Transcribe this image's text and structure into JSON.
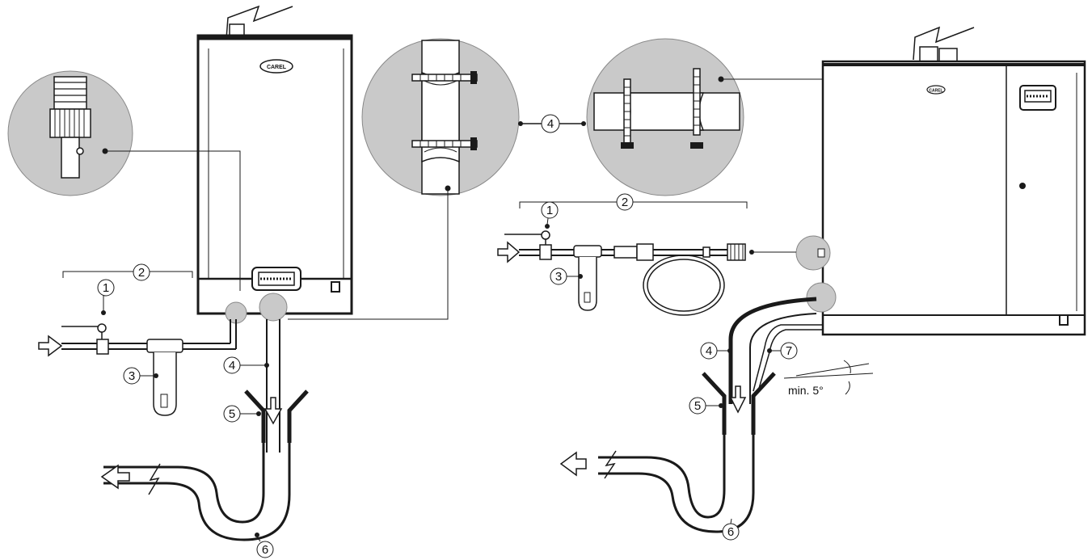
{
  "callouts": {
    "c1_left": "1",
    "c2_left": "2",
    "c3_left": "3",
    "c4_left": "4",
    "c5_left": "5",
    "c6_left": "6",
    "c4_center": "4",
    "c1_right": "1",
    "c2_right": "2",
    "c3_right": "3",
    "c4_right": "4",
    "c5_right": "5",
    "c6_right": "6",
    "c7_right": "7"
  },
  "brand": {
    "logo_left": "CAREL",
    "logo_right": "CAREL"
  },
  "angle_note": "min. 5°",
  "icons": [
    "water-inlet-arrow-icon",
    "drain-outlet-arrow-icon",
    "electric-earth-symbol-icon",
    "power-cable-symbol-icon",
    "down-flow-arrow-icon"
  ],
  "colors": {
    "line": "#1a1a1a",
    "detail_circle": "#c9c9c9",
    "unit_fill": "#ffffff"
  }
}
